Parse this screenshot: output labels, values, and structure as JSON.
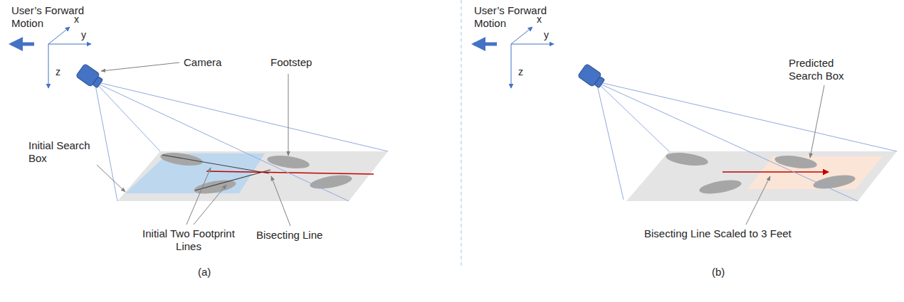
{
  "diagram": {
    "labels": [
      "User’s Forward Motion",
      "x",
      "y",
      "z",
      "Camera",
      "Footstep",
      "Initial Search Box",
      "Initial Two Footprint Lines",
      "Bisecting Line",
      "(a)",
      "User’s Forward Motion",
      "x",
      "y",
      "z",
      "Predicted Search Box",
      "Bisecting Line Scaled to 3 Feet",
      "(b)"
    ]
  }
}
